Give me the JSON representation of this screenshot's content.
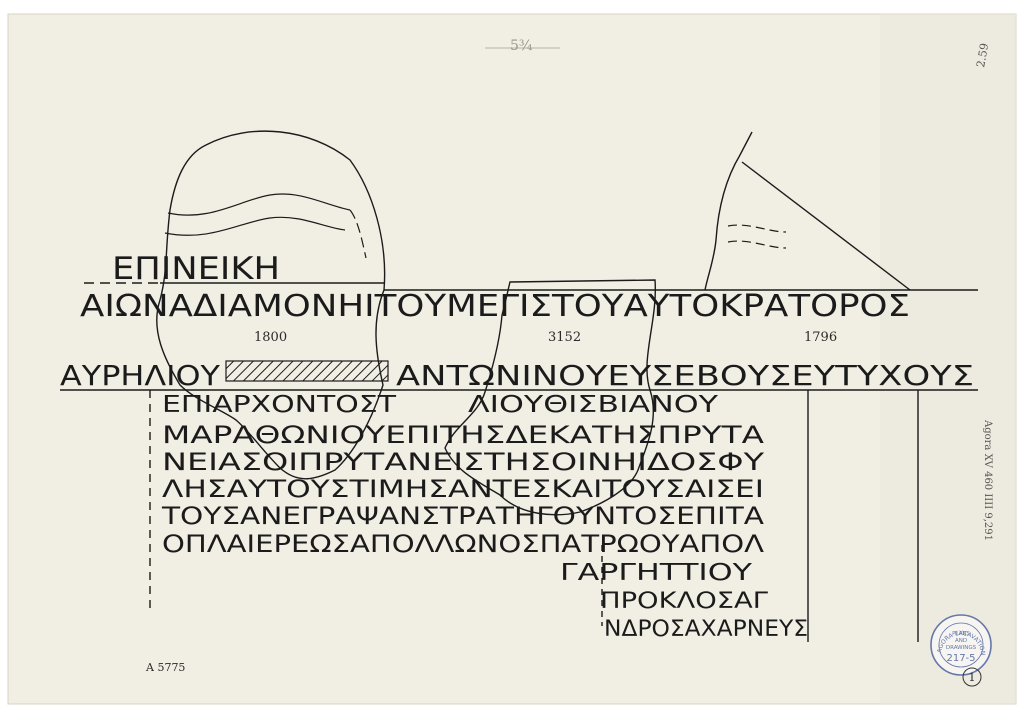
{
  "header": {
    "pencil_note": "5¾"
  },
  "inscription": {
    "lines": [
      {
        "id": "line-1",
        "text": "ΕΠΙΝΕΙΚΗ"
      },
      {
        "id": "line-2",
        "text": "ΑΙΩΝΑΔΙΑΜΟΝΗΙΤΟΥΜΕΓΙΣΤΟΥΑΥΤΟΚΡΑΤΟΡΟΣ"
      },
      {
        "id": "line-3",
        "text": "ΑΥΡΗΛΙΟΥ"
      },
      {
        "id": "line-3b",
        "text": "ΑΝΤΩΝΙΝΟΥΕΥΣΕΒΟΥΣΕΥΤΥΧΟΥΣ"
      },
      {
        "id": "line-4",
        "text": "ΕΠΙΑΡΧΟΝΤΟΣΤ"
      },
      {
        "id": "line-4b",
        "text": "ΛΙΟΥΘΙΣΒΙΑΝΟΥ"
      },
      {
        "id": "line-5",
        "text": "ΜΑΡΑΘΩΝΙΟΥΕΠΙΤΗΣΔΕΚΑΤΗΣΠΡΥΤΑ"
      },
      {
        "id": "line-6",
        "text": "ΝΕΙΑΣΟΙΠΡΥΤΑΝΕΙΣΤΗΣΟΙΝΗΙΔΟΣΦΥ"
      },
      {
        "id": "line-7",
        "text": "ΛΗΣΑΥΤΟΥΣΤΙΜΗΣΑΝΤΕΣΚΑΙΤΟΥΣΑΙΣΕΙ"
      },
      {
        "id": "line-8",
        "text": "ΤΟΥΣΑΝΕΓΡΑΨΑΝΣΤΡΑΤΗΓΟΥΝΤΟΣΕΠΙΤΑ"
      },
      {
        "id": "line-9",
        "text": "ΟΠΛΑΙΕΡΕΩΣΑΠΟΛΛΩΝΟΣΠΑΤΡΩΟΥΑΠΟΛ"
      },
      {
        "id": "line-10",
        "text": "ΓΑΡΓΗΤΤΙΟΥ"
      },
      {
        "id": "line-11",
        "text": "ΠΡΟΚΛΟΣΑΓ"
      },
      {
        "id": "line-12",
        "text": "ΝΔΡΟΣΑΧΑΡΝΕΥΣ"
      }
    ]
  },
  "fragments": [
    {
      "id": "fragment-left",
      "number": "1800"
    },
    {
      "id": "fragment-middle",
      "number": "3152"
    },
    {
      "id": "fragment-right",
      "number": "1796"
    }
  ],
  "annotations": {
    "corner_code": "A 5775",
    "top_right_code": "2.59",
    "margin_note": "Agora XV 460 IIII 9,291",
    "sheet_number": "1"
  },
  "stamp": {
    "ring_text": "AGORA EXCAVATIONS ATHENS",
    "line1": "PLANS",
    "line2": "AND",
    "line3": "DRAWINGS",
    "number": "217-5"
  },
  "colors": {
    "paper": "#f1eee4",
    "ink": "#1b1b1b",
    "stamp": "#6677a8"
  }
}
